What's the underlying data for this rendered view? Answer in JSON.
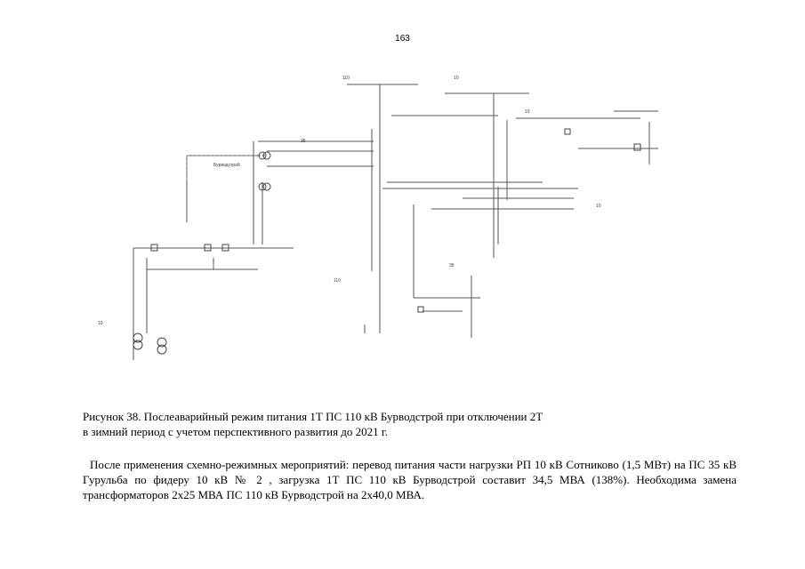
{
  "page": {
    "number": "163"
  },
  "figure": {
    "caption_line1": "Рисунок 38. Послеаварийный режим  питания 1Т ПС 110 кВ Бурводстрой при отключении 2Т",
    "caption_line2": "в зимний период с учетом перспективного развития до 2021 г."
  },
  "body": {
    "paragraph": "После применения схемно-режимных мероприятий: перевод питания части нагрузки РП 10 кВ Сотниково (1,5 МВт) на ПС 35 кВ Гурульба по фидеру 10 кВ № 2 , загрузка 1Т ПС 110 кВ Бурводстрой составит 34,5 МВА (138%). Необходима замена трансформаторов 2х25 МВА ПС 110 кВ Бурводстрой на 2х40,0 МВА."
  },
  "diagram_labels": {
    "substation_main": "Бурводстрой",
    "label_a": "110",
    "label_b": "10",
    "label_c": "35"
  }
}
